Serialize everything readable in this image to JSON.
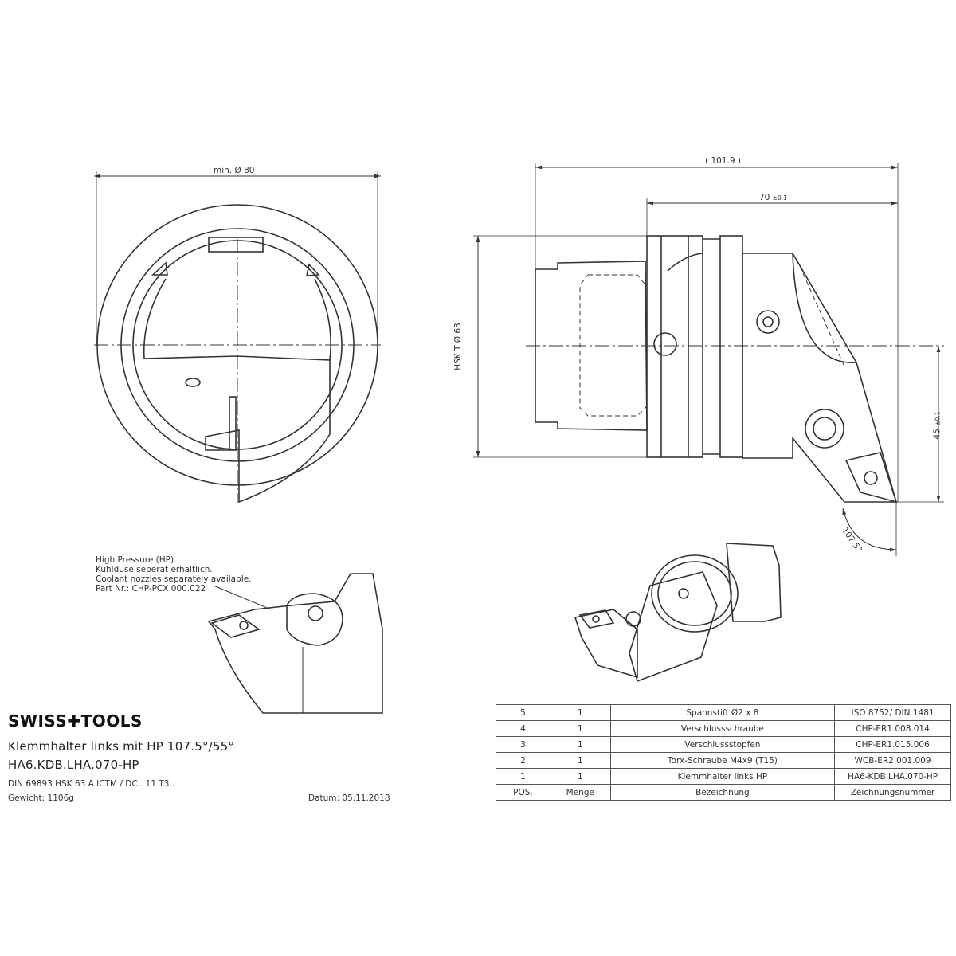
{
  "dimensions": {
    "front_min_diameter": "min. Ø 80",
    "side_total_length": "101.9",
    "side_length": "70",
    "side_length_tolerance": "±0.1",
    "shank": "HSK T Ø 63",
    "offset": "45",
    "offset_tolerance": "±0.1",
    "angle": "107.5°"
  },
  "coolant_note": {
    "lines": [
      "High Pressure (HP).",
      "Kühldüse seperat erhältlich.",
      "Coolant nozzles separately available.",
      "Part Nr.: CHP-PCX.000.022"
    ]
  },
  "title_block": {
    "logo": "SWISS✚TOOLS",
    "title": "Klemmhalter links mit HP 107.5°/55°",
    "part_number": "HA6.KDB.LHA.070-HP",
    "standard": "DIN 69893 HSK 63 A ICTM / DC.. 11 T3..",
    "weight": "Gewicht: 1106g",
    "date": "Datum: 05.11.2018"
  },
  "parts_list": {
    "rows": [
      [
        "5",
        "1",
        "Spannstift  Ø2 x 8",
        "ISO 8752/ DIN 1481"
      ],
      [
        "4",
        "1",
        "Verschlussschraube",
        "CHP-ER1.008.014"
      ],
      [
        "3",
        "1",
        "Verschlussstopfen",
        "CHP-ER1.015.006"
      ],
      [
        "2",
        "1",
        "Torx-Schraube M4x9 (T15)",
        "WCB-ER2.001.009"
      ],
      [
        "1",
        "1",
        "Klemmhalter links HP",
        "HA6-KDB.LHA.070-HP"
      ]
    ],
    "header": [
      "POS.",
      "Menge",
      "Bezeichnung",
      "Zeichnungsnummer"
    ]
  }
}
